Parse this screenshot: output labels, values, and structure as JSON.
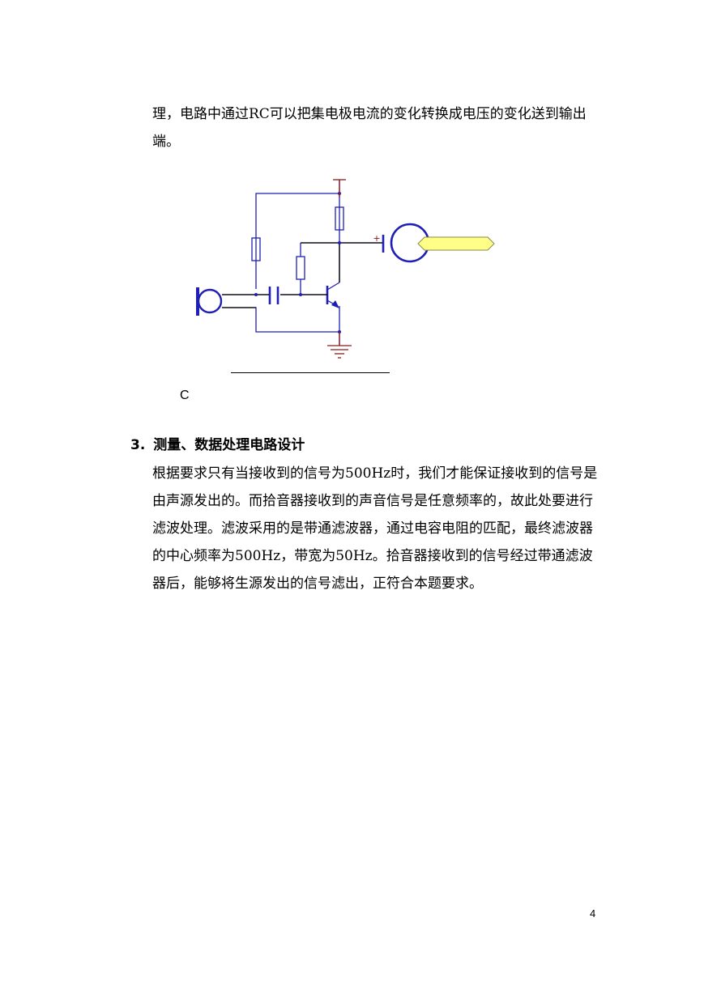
{
  "paragraph_intro": "理，电路中通过RC可以把集电极电流的变化转换成电压的变化送到输出端。",
  "caption": "C",
  "section": {
    "number": "3.",
    "title": "测量、数据处理电路设计"
  },
  "paragraph_body": "根据要求只有当接收到的信号为500Hz时，我们才能保证接收到的信号是由声源发出的。而拾音器接收到的声音信号是任意频率的，故此处要进行滤波处理。滤波采用的是带通滤波器，通过电容电阻的匹配，最终滤波器的中心频率为500Hz，带宽为50Hz。拾音器接收到的信号经过带通滤波器后，能够将生源发出的信号滤出，正符合本题要求。",
  "circuit": {
    "capacitor_polarity": "+"
  },
  "page_number": "4",
  "colors": {
    "wire": "#1f1fb5",
    "power": "#8b1a1a",
    "output_arrow_fill": "#ffff88"
  }
}
